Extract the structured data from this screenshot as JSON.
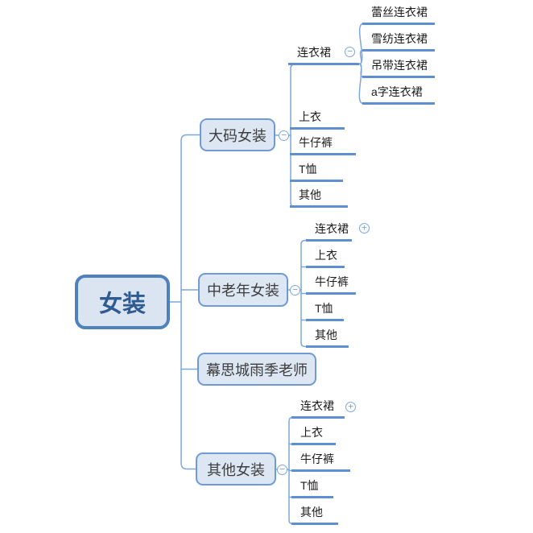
{
  "map": {
    "root": {
      "label": "女装"
    },
    "branches": [
      {
        "label": "大码女装",
        "toggle": "collapsed-open",
        "children": [
          {
            "label": "连衣裙",
            "toggle": "collapsed-open",
            "children": [
              {
                "label": "蕾丝连衣裙"
              },
              {
                "label": "雪纺连衣裙"
              },
              {
                "label": "吊带连衣裙"
              },
              {
                "label": "a字连衣裙"
              }
            ]
          },
          {
            "label": "上衣"
          },
          {
            "label": "牛仔裤"
          },
          {
            "label": "T恤"
          },
          {
            "label": "其他"
          }
        ]
      },
      {
        "label": "中老年女装",
        "toggle": "collapsed-open",
        "children": [
          {
            "label": "连衣裙",
            "toggle": "collapsed-closed"
          },
          {
            "label": "上衣"
          },
          {
            "label": "牛仔裤"
          },
          {
            "label": "T恤"
          },
          {
            "label": "其他"
          }
        ]
      },
      {
        "label": "幕思城雨季老师"
      },
      {
        "label": "其他女装",
        "toggle": "collapsed-open",
        "children": [
          {
            "label": "连衣裙",
            "toggle": "collapsed-closed"
          },
          {
            "label": "上衣"
          },
          {
            "label": "牛仔裤"
          },
          {
            "label": "T恤"
          },
          {
            "label": "其他"
          }
        ]
      }
    ],
    "toggle_glyphs": {
      "minus": "−",
      "plus": "+"
    },
    "colors": {
      "wire": "#7da7d9",
      "underline": "#5d8fd1",
      "node_fill": "#dce7f3",
      "node_border": "#6f9ad5",
      "root_fill": "#dbe5f1",
      "root_border": "#4f81bd",
      "root_text": "#2e5b92",
      "background": "#ffffff"
    }
  }
}
